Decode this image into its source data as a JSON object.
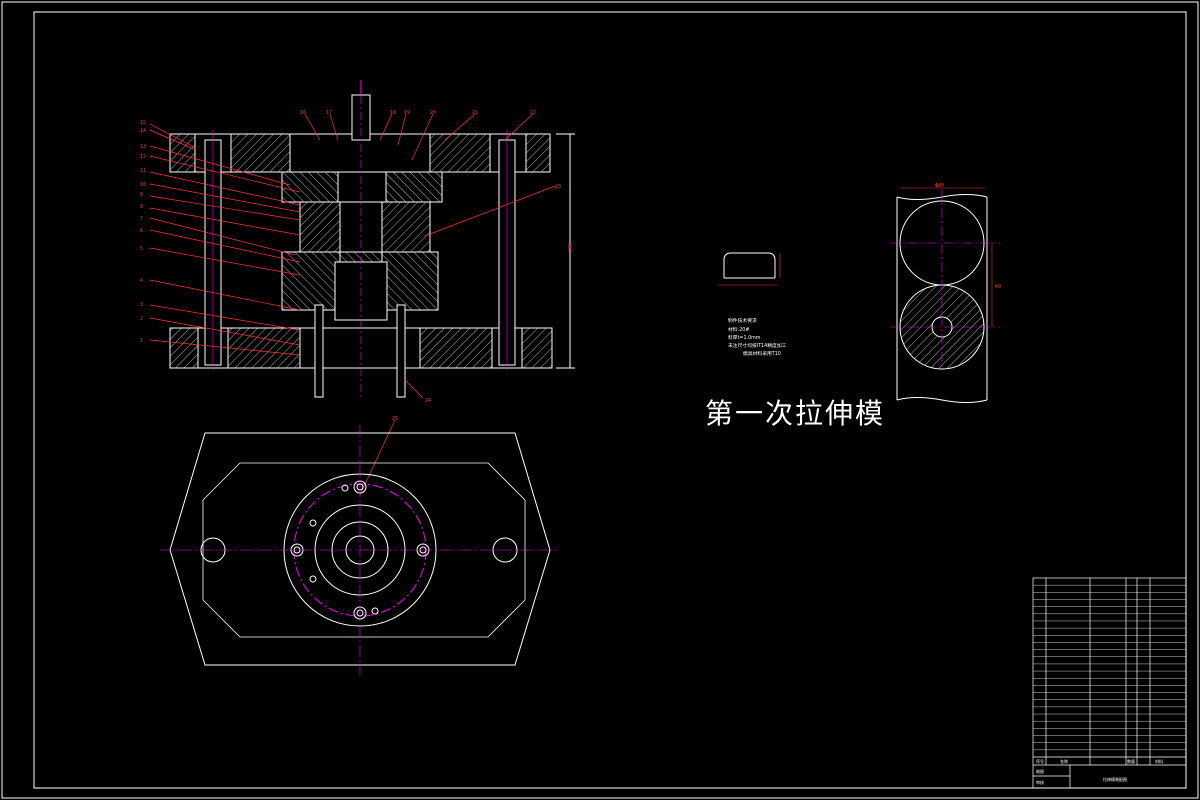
{
  "drawing_title": "第一次拉伸模",
  "part_numbers_left": [
    "15",
    "14",
    "13",
    "12",
    "11",
    "10",
    "9",
    "8",
    "7",
    "6",
    "5",
    "4",
    "3",
    "2",
    "1"
  ],
  "part_numbers_top": [
    "16",
    "17",
    "18",
    "19",
    "20",
    "21",
    "22"
  ],
  "part_numbers_right": [
    "23",
    "24",
    "25"
  ],
  "notes": [
    "制件技术要求",
    "材料:20#",
    "料厚t=1.0mm",
    "未注尺寸均按IT14精度加工",
    "模具材料采用T10"
  ],
  "dimension_labels": {
    "overall_height": "390",
    "top_view_diameter": "Φ80",
    "side_height": "60"
  },
  "title_block": {
    "heading": "拉伸模装配图",
    "col_no": "序号",
    "col_name": "名称",
    "col_qty": "数量",
    "col_material": "材料",
    "drawn_by": "制图",
    "checked_by": "审核"
  },
  "colors": {
    "background": "#000000",
    "lines": "#ffffff",
    "leaders": "#ff2a2a",
    "centerlines": "#ff00ff",
    "hatch": "#ffffff"
  }
}
